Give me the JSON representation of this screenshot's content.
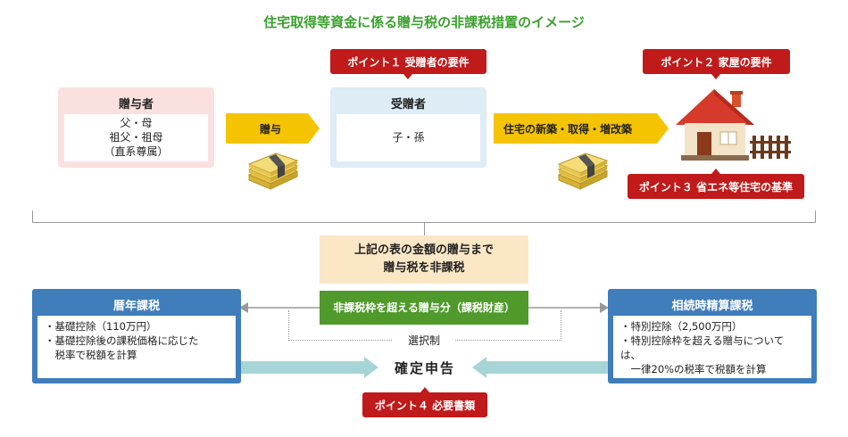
{
  "title": "住宅取得等資金に係る贈与税の非課税措置のイメージ",
  "giver": {
    "heading": "贈与者",
    "lines": [
      "父・母",
      "祖父・祖母",
      "（直系尊属）"
    ]
  },
  "gift_arrow": "贈与",
  "receiver": {
    "heading": "受贈者",
    "body": "子・孫"
  },
  "house_arrow": "住宅の新築・取得・増改築",
  "points": {
    "p1": "ポイント１ 受贈者の要件",
    "p2": "ポイント２ 家屋の要件",
    "p3": "ポイント３ 省エネ等住宅の基準",
    "p4": "ポイント４ 必要書類"
  },
  "center": {
    "line1": "上記の表の金額の贈与まで",
    "line2": "贈与税を非課税"
  },
  "excess": "非課税枠を超える贈与分（課税財産）",
  "choice": "選択制",
  "annual": {
    "heading": "暦年課税",
    "items": [
      "・基礎控除（110万円）",
      "・基礎控除後の課税価格に応じた",
      "　税率で税額を計算"
    ]
  },
  "settlement": {
    "heading": "相続時精算課税",
    "items": [
      "・特別控除（2,500万円）",
      "・特別控除枠を超える贈与については、",
      "　一律20%の税率で税額を計算"
    ]
  },
  "filing": "確定申告",
  "colors": {
    "title": "#3aa02e",
    "badge": "#c01a1a",
    "yellow": "#f5c400",
    "green": "#4f9a2a",
    "blue": "#3f7dbb",
    "arrow": "#a6d5d8"
  },
  "icons": [
    "money-bundle-icon",
    "money-bundle-icon",
    "house-icon"
  ]
}
